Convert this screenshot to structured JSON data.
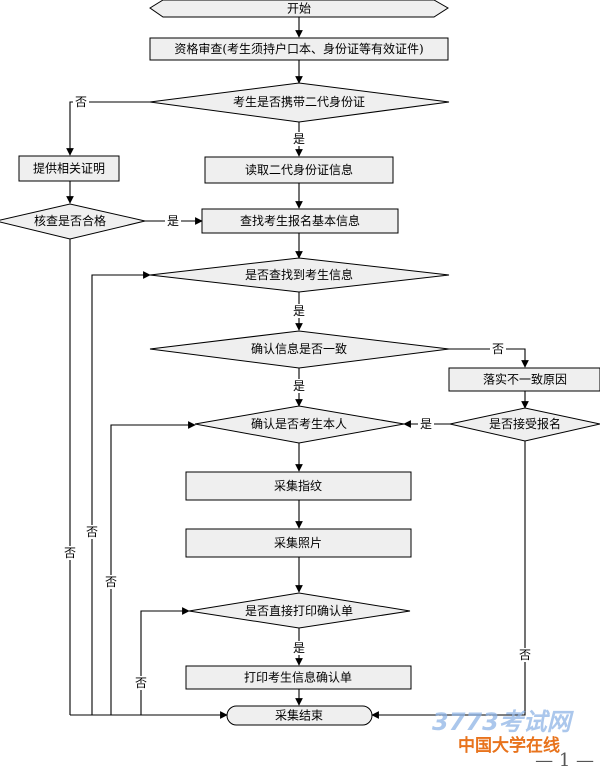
{
  "nodes": {
    "start": "开始",
    "qualification_check": "资格审查(考生须持户口本、身份证等有效证件)",
    "carry_id_card": "考生是否携带二代身份证",
    "provide_certificate": "提供相关证明",
    "read_id_card": "读取二代身份证信息",
    "check_qualified": "核查是否合格",
    "find_basic_info": "查找考生报名基本信息",
    "found_info": "是否查找到考生信息",
    "confirm_consistent": "确认信息是否一致",
    "implement_reason": "落实不一致原因",
    "confirm_self": "确认是否考生本人",
    "accept_registration": "是否接受报名",
    "collect_fingerprint": "采集指纹",
    "collect_photo": "采集照片",
    "print_directly": "是否直接打印确认单",
    "print_confirmation": "打印考生信息确认单",
    "end": "采集结束"
  },
  "labels": {
    "yes": "是",
    "no": "否"
  },
  "watermark": {
    "line1": "3773考试网",
    "line2": "中国大学在线"
  },
  "page_number": "— 1 —",
  "colors": {
    "shape_fill": "#efefef",
    "line": "#000000",
    "watermark_blue": "#8fb4e6",
    "watermark_orange": "#e8731c"
  }
}
